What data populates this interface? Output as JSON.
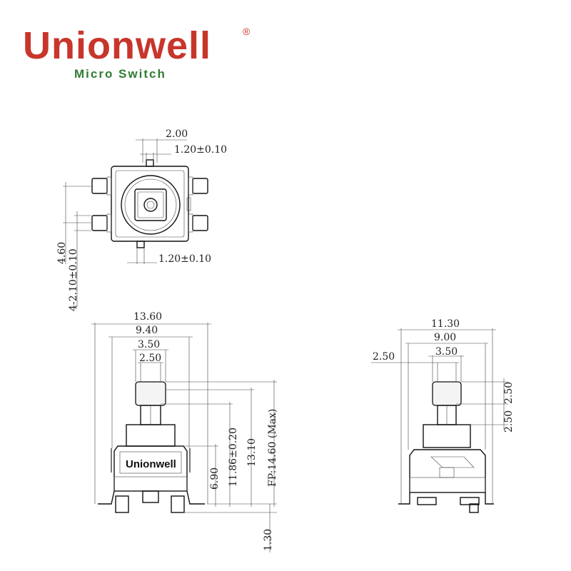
{
  "brand": {
    "name": "Unionwell",
    "registered": "®",
    "tagline": "Micro Switch"
  },
  "top_view": {
    "dims": {
      "stem_width": "2.00",
      "stem_tab_top": "1.20±0.10",
      "stem_tab_bottom": "1.20±0.10",
      "pin_spacing": "4.60",
      "pin_width": "4-2.10±0.10"
    }
  },
  "front_view": {
    "body_label": "Unionwell",
    "dims": {
      "overall_width": "13.60",
      "body_width": "9.40",
      "stem_outer": "3.50",
      "stem_inner": "2.50",
      "height_body": "6.90",
      "height_stem_base": "11.86±0.20",
      "height_total": "13.10",
      "height_fp": "FP:14.60 (Max)",
      "pin_depth": "1.30"
    }
  },
  "side_view": {
    "dims": {
      "overall_width": "11.30",
      "body_width": "9.00",
      "stem_outer": "3.50",
      "offset": "2.50",
      "stem_top_height": "2.50",
      "stem_mid_height": "2.50"
    }
  }
}
